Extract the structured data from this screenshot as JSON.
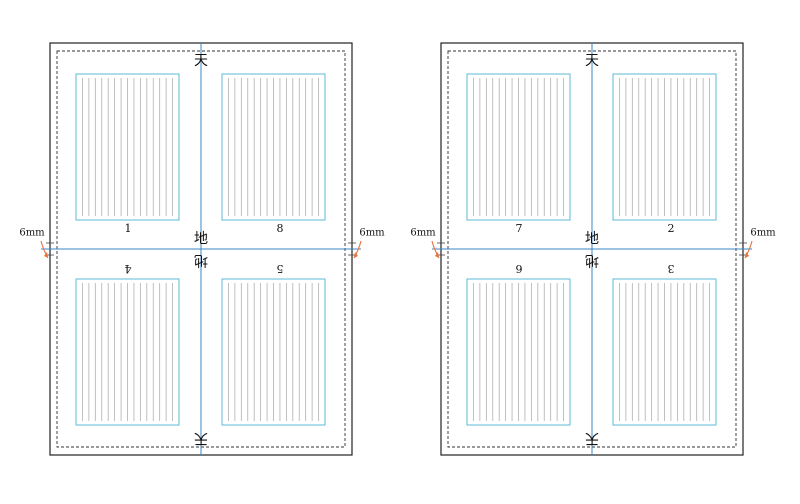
{
  "labels": {
    "top": "天",
    "bottom": "地",
    "margin": "6mm"
  },
  "sheets": [
    {
      "name": "left-sheet",
      "page_numbers": [
        "1",
        "8",
        "4",
        "5"
      ]
    },
    {
      "name": "right-sheet",
      "page_numbers": [
        "7",
        "2",
        "6",
        "3"
      ]
    }
  ],
  "colors": {
    "frame": "#222222",
    "guide_line": "#3a86c8",
    "page_box": "#5bb8d6",
    "ruling": "#b0b0b0",
    "margin_arrow": "#e8733a"
  }
}
